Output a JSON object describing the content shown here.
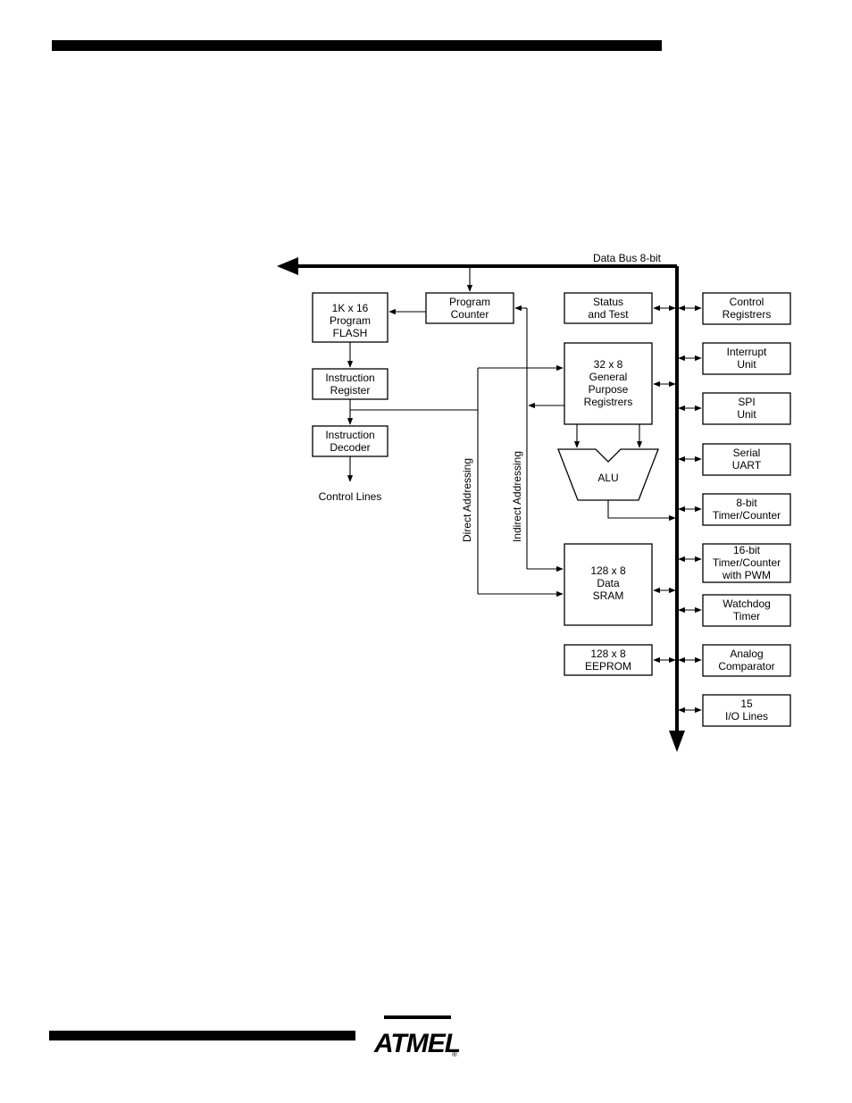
{
  "diagram": {
    "bus_label": "Data Bus 8-bit",
    "blocks": {
      "flash": [
        "1K x 16",
        "Program",
        "FLASH"
      ],
      "pc": [
        "Program",
        "Counter"
      ],
      "status": [
        "Status",
        "and Test"
      ],
      "ir": [
        "Instruction",
        "Register"
      ],
      "decoder": [
        "Instruction",
        "Decoder"
      ],
      "gpr": [
        "32 x 8",
        "General",
        "Purpose",
        "Registrers"
      ],
      "alu": "ALU",
      "sram": [
        "128 x 8",
        "Data",
        "SRAM"
      ],
      "eeprom": [
        "128 x 8",
        "EEPROM"
      ],
      "control_regs": [
        "Control",
        "Registrers"
      ],
      "interrupt": [
        "Interrupt",
        "Unit"
      ],
      "spi": [
        "SPI",
        "Unit"
      ],
      "uart": [
        "Serial",
        "UART"
      ],
      "timer8": [
        "8-bit",
        "Timer/Counter"
      ],
      "timer16": [
        "16-bit",
        "Timer/Counter",
        "with PWM"
      ],
      "watchdog": [
        "Watchdog",
        "Timer"
      ],
      "analog": [
        "Analog",
        "Comparator"
      ],
      "io": [
        "15",
        "I/O Lines"
      ]
    },
    "control_lines": "Control Lines",
    "direct_addressing": "Direct Addressing",
    "indirect_addressing": "Indirect Addressing"
  },
  "footer": {
    "logo_text": "ATMEL",
    "registered": "®"
  }
}
